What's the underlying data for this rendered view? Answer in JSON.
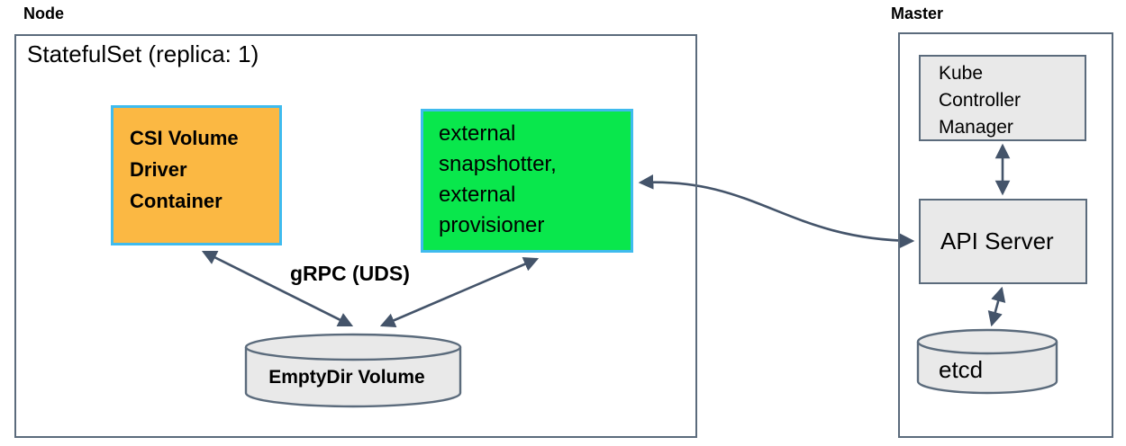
{
  "colors": {
    "slate": "#44546A",
    "box_border": "#5B6B7C",
    "cyan_border": "#3FBBEE",
    "orange_fill": "#FBB843",
    "green_fill": "#09E74C",
    "gray_fill": "#E9E9E9",
    "text": "#000000"
  },
  "node": {
    "label": "Node",
    "statefulset_title": "StatefulSet (replica: 1)",
    "csi_container_label": "CSI Volume\nDriver\nContainer",
    "sidecar_label": "external\nsnapshotter,\nexternal\nprovisioner",
    "grpc_label": "gRPC (UDS)",
    "emptydir_label": "EmptyDir Volume"
  },
  "master": {
    "label": "Master",
    "kube_controller_manager_label": "Kube\nController\nManager",
    "api_server_label": "API Server",
    "etcd_label": "etcd"
  }
}
